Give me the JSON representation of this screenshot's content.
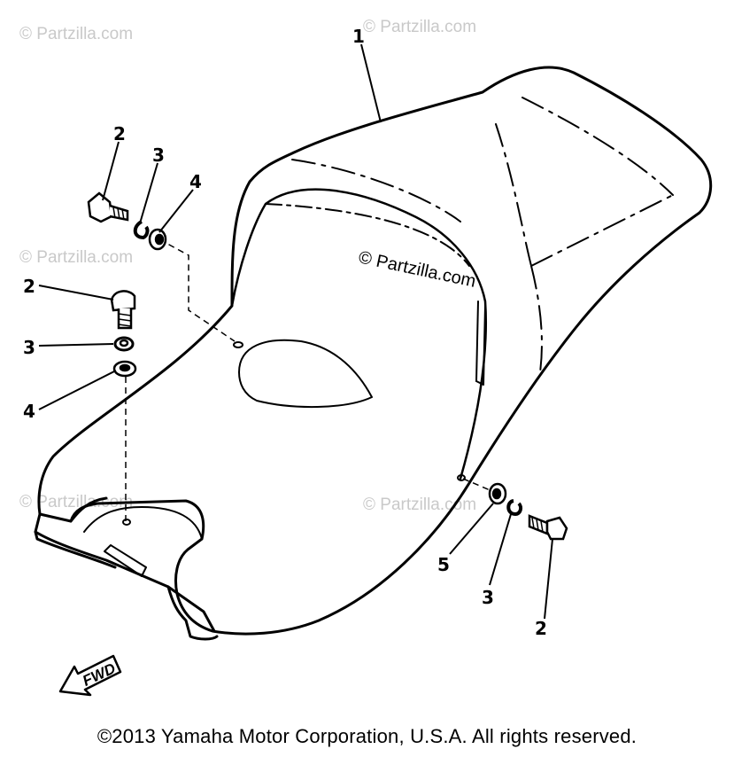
{
  "diagram": {
    "callouts": {
      "c1": "1",
      "c2_top": "2",
      "c3_top": "3",
      "c4_top": "4",
      "c2_left": "2",
      "c3_left": "3",
      "c4_left": "4",
      "c5_right": "5",
      "c3_right": "3",
      "c2_right": "2"
    },
    "fwd_label": "FWD",
    "watermark_center": "© Partzilla.com",
    "watermark_faint": "© Partzilla.com"
  },
  "footer": {
    "copyright": "©2013  Yamaha Motor Corporation, U.S.A. All rights reserved."
  }
}
